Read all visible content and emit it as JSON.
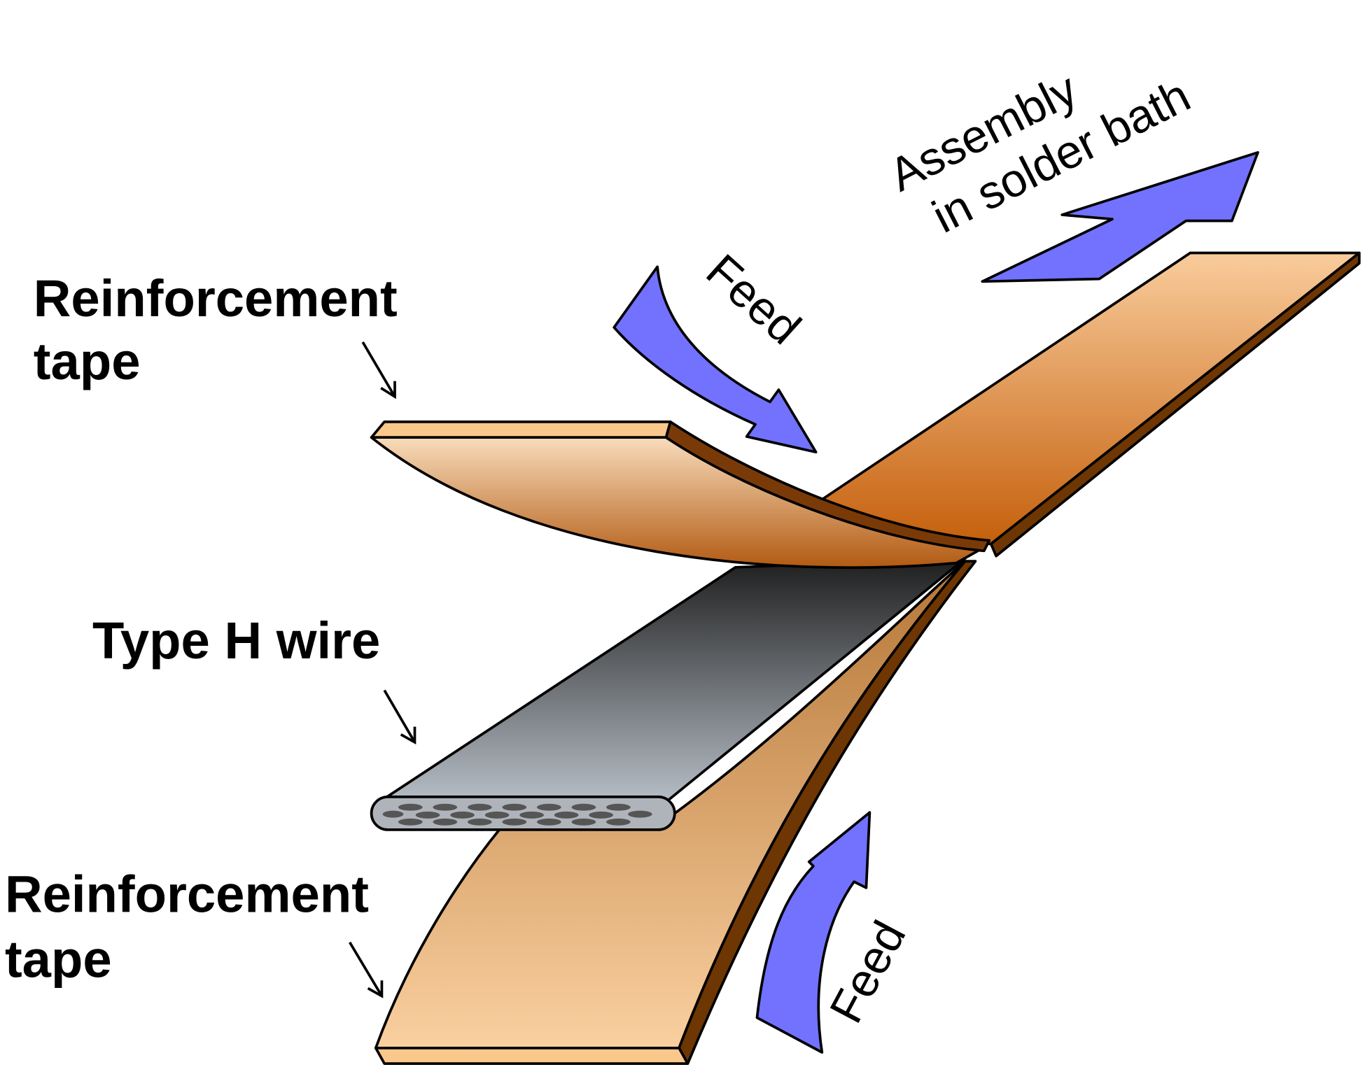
{
  "labels": {
    "reinforcement_tape_top": [
      "Reinforcement",
      "tape"
    ],
    "wire": "Type H wire",
    "reinforcement_tape_bottom": [
      "Reinforcement",
      "tape"
    ],
    "feed_top": "Feed",
    "feed_bottom": "Feed",
    "assembly": [
      "Assembly",
      "in solder bath"
    ]
  },
  "colors": {
    "arrow_blue": "#7272ff",
    "tape_light": "#fbc88c",
    "tape_dark": "#c0600e",
    "tape_edge": "#6e3602",
    "wire_dark": "#222222",
    "wire_light": "#b4bcc4"
  }
}
